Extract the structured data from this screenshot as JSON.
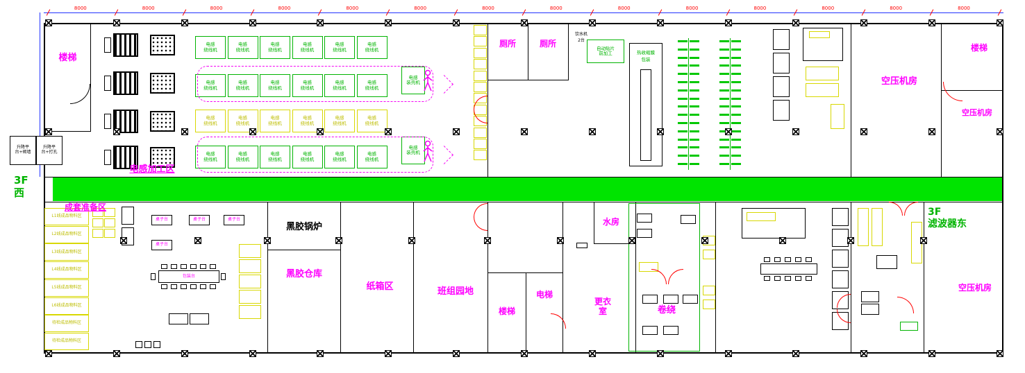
{
  "floor": {
    "west": "3F\n西",
    "east": "3F\n滤波器东"
  },
  "dims": {
    "top": [
      "8000",
      "8000",
      "8000",
      "8000",
      "8000",
      "8000",
      "8000",
      "8000",
      "8000",
      "8000",
      "8000",
      "8000",
      "8000",
      "8000"
    ]
  },
  "rooms": {
    "stairs_tl": "楼梯",
    "toilet_1": "厕所",
    "toilet_2": "厕所",
    "air_comp_top": "空压机房",
    "stairs_tr": "楼梯",
    "air_comp_tr": "空压机房",
    "inductor_zone": "电感加工区",
    "prep_area": "成套准备区",
    "boiler": "黑胶锅炉",
    "glue_store": "黑胶仓库",
    "carton": "纸箱区",
    "team": "班组园地",
    "stairs_b": "楼梯",
    "elevator": "电梯",
    "water_room": "水房",
    "changing": "更衣\n室",
    "winding": "卷绕",
    "air_comp_br": "空压机房"
  },
  "machines": {
    "winder": "电感\n绕线机",
    "shell": "电感\n装壳机",
    "auto_pre": "自动贴片\n前加工",
    "shrink": "热收缩膜\n包装",
    "water_note": "饮水机\n2台"
  },
  "lifts": {
    "a": "升降平\n台+砌墙",
    "b": "升降平\n台+打孔"
  },
  "storage_left": [
    "L1线成品物料区",
    "L2线成品物料区",
    "L3线成品物料区",
    "L4线成品物料区",
    "L5线成品物料区",
    "L6线成品物料区",
    "待检成品物料区",
    "待检成品物料区"
  ],
  "prep_items": {
    "table": "桌子台",
    "pack_table": "包装台"
  }
}
